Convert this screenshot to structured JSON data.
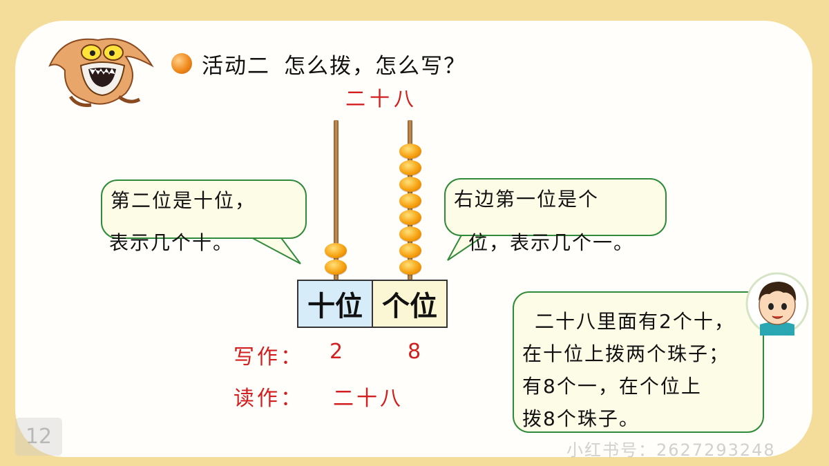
{
  "heading": {
    "part1": "活动二",
    "part2": "怎么拨，怎么写？"
  },
  "abacus": {
    "top_number": "二十八",
    "tens_beads": 2,
    "ones_beads": 8,
    "tens_label": "十位",
    "ones_label": "个位"
  },
  "bubble_left": {
    "line1": "第二位是十位，",
    "line2": "表示几个十。"
  },
  "bubble_right": {
    "line1": "右边第一位是个",
    "line2": "位，表示几个一。"
  },
  "bubble_child": {
    "line1": "二十八里面有2个十，",
    "line2": "在十位上拨两个珠子；",
    "line3": "有8个一，在个位上",
    "line4": "拨8个珠子。"
  },
  "write": {
    "label": "写作：",
    "tens_digit": "2",
    "ones_digit": "8"
  },
  "read": {
    "label": "读作：",
    "value": "二十八"
  },
  "page_number": "12",
  "watermark": "小红书号：2627293248",
  "colors": {
    "accent_red": "#d21e1e",
    "bubble_border": "#2f8a3a",
    "tens_box": "#d6ecf8",
    "ones_box": "#fbf7d4"
  }
}
